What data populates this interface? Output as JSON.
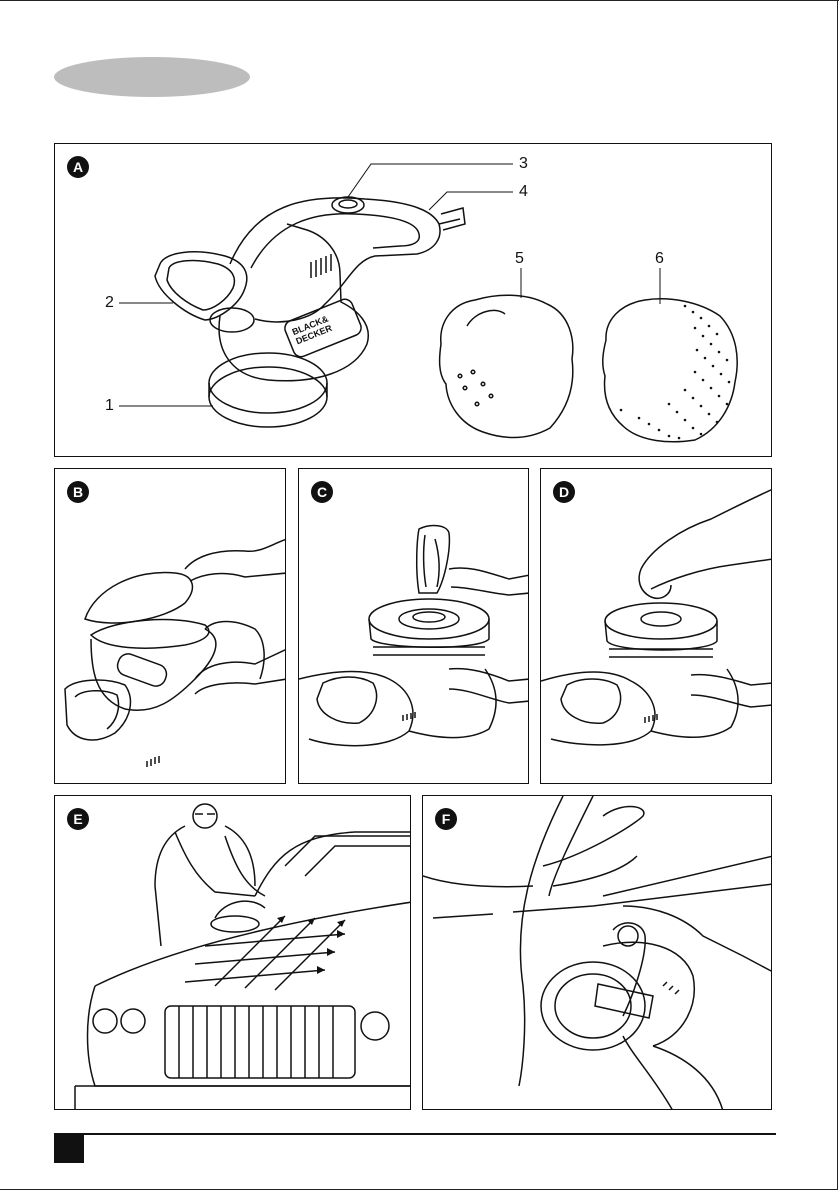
{
  "figures": {
    "A": {
      "badge": "A",
      "callouts": {
        "c1": "1",
        "c2": "2",
        "c3": "3",
        "c4": "4",
        "c5": "5",
        "c6": "6"
      },
      "logo_text": [
        "BLACK&",
        "DECKER"
      ]
    },
    "B": {
      "badge": "B"
    },
    "C": {
      "badge": "C"
    },
    "D": {
      "badge": "D"
    },
    "E": {
      "badge": "E"
    },
    "F": {
      "badge": "F"
    }
  },
  "colors": {
    "line": "#111111",
    "pill": "#bdbdbd",
    "badge_bg": "#111111"
  }
}
